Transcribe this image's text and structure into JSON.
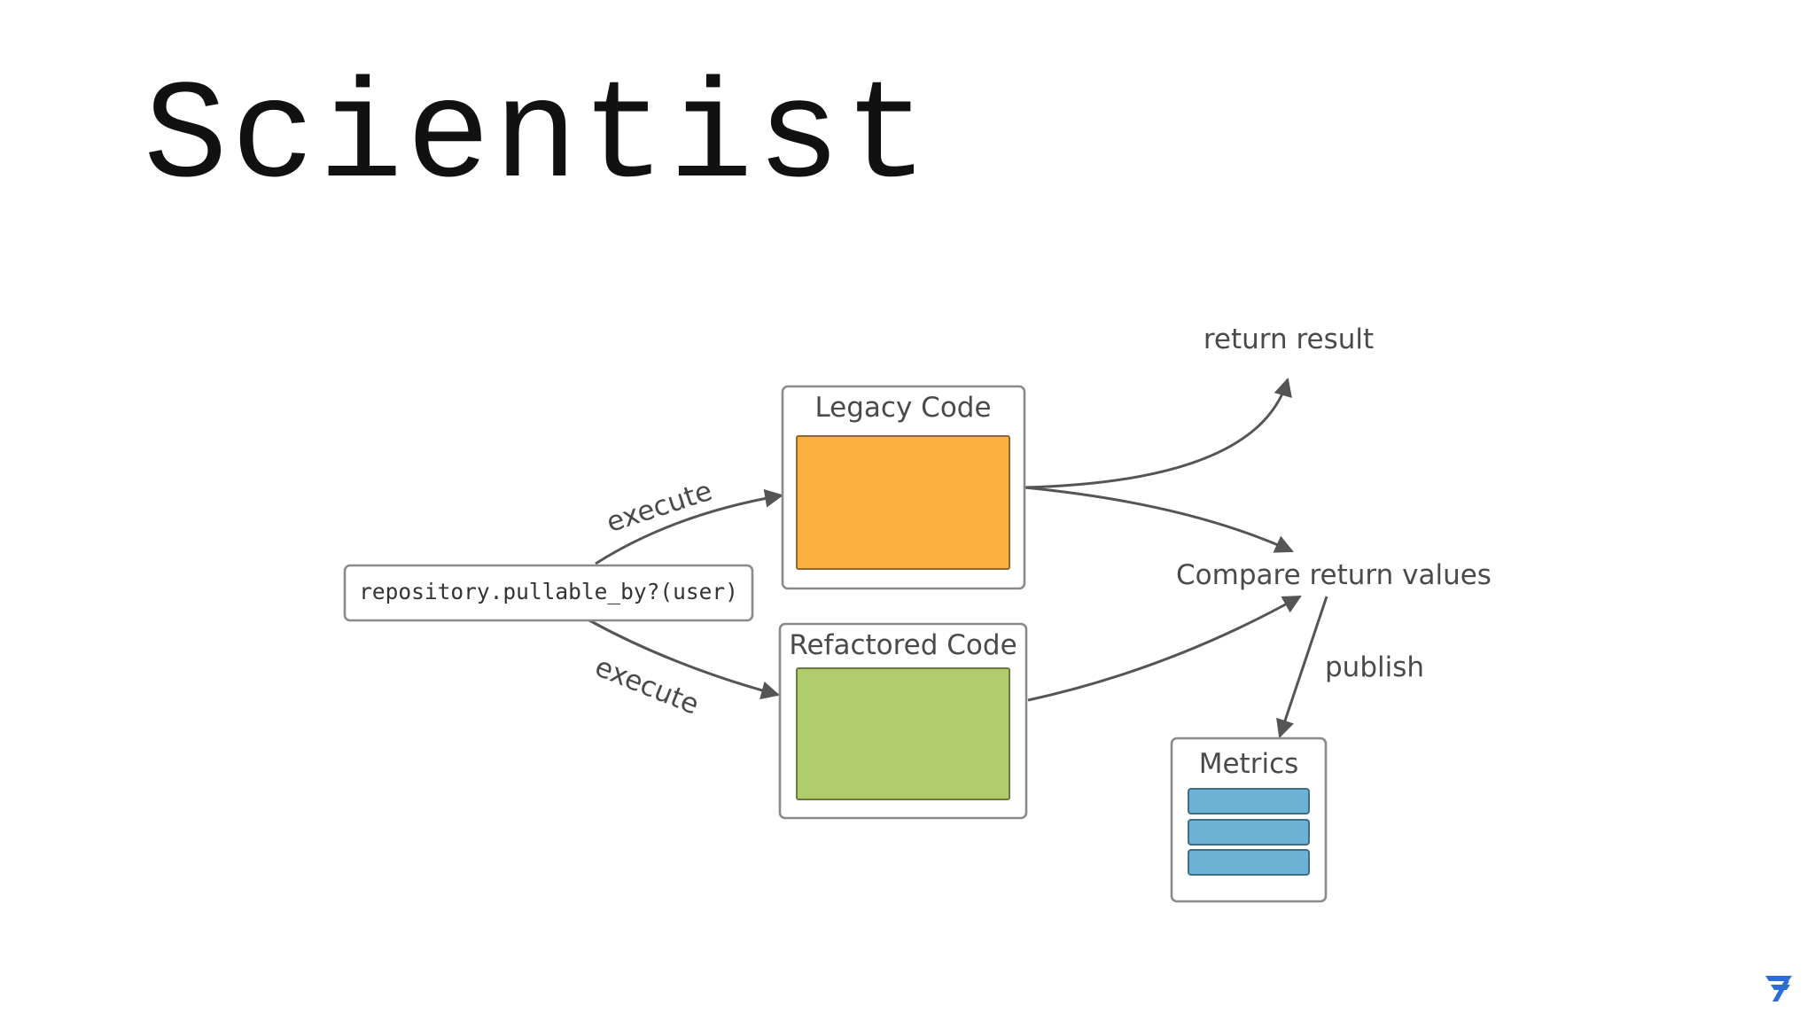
{
  "slide": {
    "title": "Scientist"
  },
  "diagram": {
    "call_label": "repository.pullable_by?(user)",
    "execute_top_label": "execute",
    "execute_bottom_label": "execute",
    "legacy_label": "Legacy Code",
    "refactored_label": "Refactored Code",
    "return_result_label": "return result",
    "compare_label": "Compare return values",
    "publish_label": "publish",
    "metrics_label": "Metrics",
    "metrics_bars": [
      {
        "name": "metrics-bar-1"
      },
      {
        "name": "metrics-bar-2"
      },
      {
        "name": "metrics-bar-3"
      }
    ]
  },
  "colors": {
    "legacy_fill": "#fbaf3c",
    "refactored_fill": "#b1cc6a",
    "metrics_fill": "#6bb2d4",
    "logo": "#2b6fd6"
  }
}
